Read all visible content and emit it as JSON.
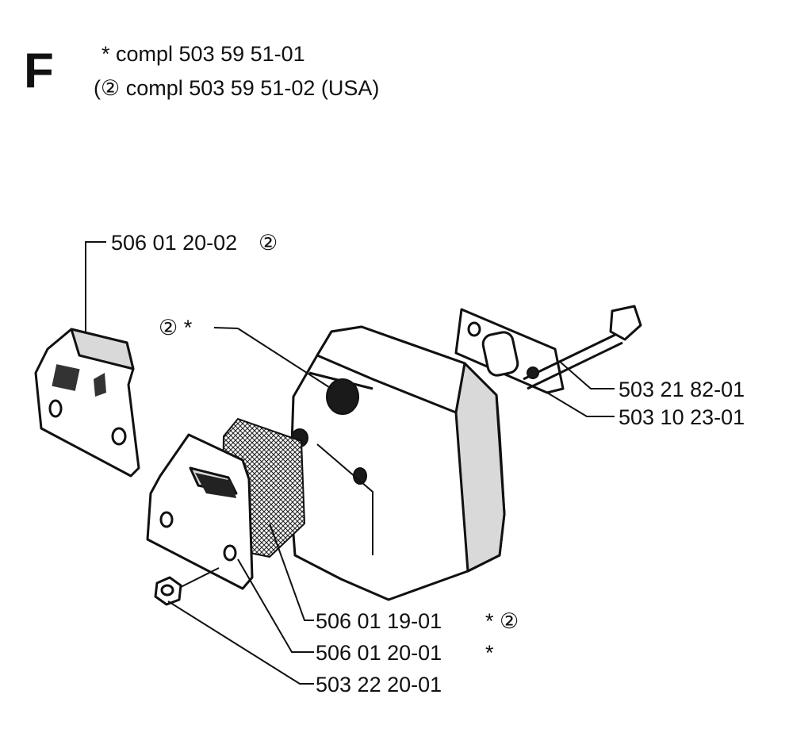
{
  "section_letter": "F",
  "header": {
    "line1": "*  compl 503 59 51-01",
    "line2": "(② compl 503 59 51-02 (USA)"
  },
  "callouts": [
    {
      "id": "heat-shield-top",
      "part_number": "506 01 20-02",
      "mark": "②"
    },
    {
      "id": "muffler",
      "part_number": "",
      "mark": "②  *"
    },
    {
      "id": "bolt",
      "part_number": "503 21 82-01",
      "mark": ""
    },
    {
      "id": "gasket",
      "part_number": "503 10 23-01",
      "mark": ""
    },
    {
      "id": "spark-screen",
      "part_number": "506 01 19-01",
      "mark": "*  ②"
    },
    {
      "id": "heat-shield-bottom",
      "part_number": "506 01 20-01",
      "mark": "*"
    },
    {
      "id": "nut",
      "part_number": "503 22 20-01",
      "mark": ""
    }
  ]
}
